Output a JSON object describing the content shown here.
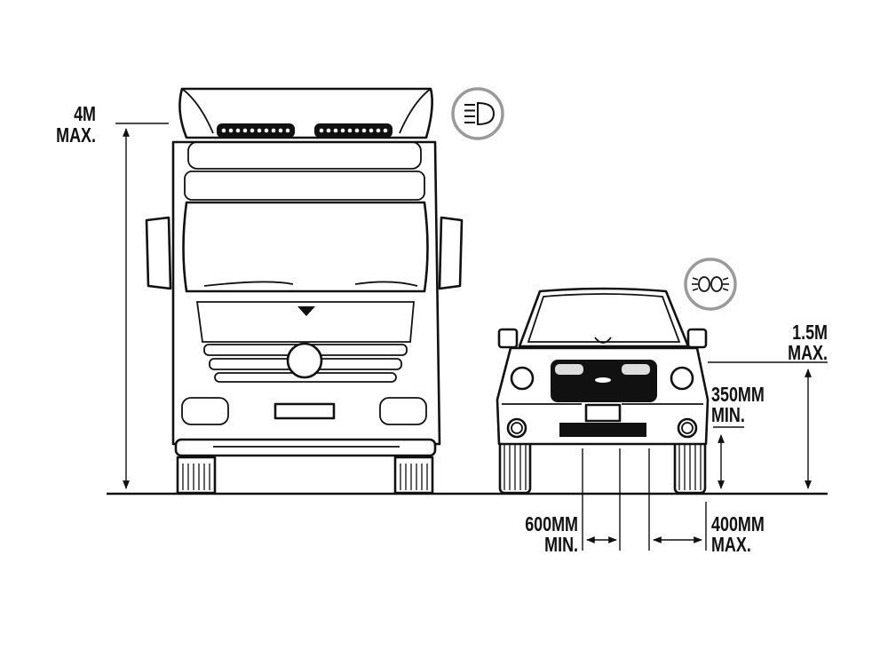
{
  "labels": {
    "truck_height_value": "4M",
    "truck_height_qual": "MAX.",
    "car_height_value": "1.5M",
    "car_height_qual": "MAX.",
    "ground_clearance_value": "350MM",
    "ground_clearance_qual": "MIN.",
    "spacing_value": "600MM",
    "spacing_qual": "MIN.",
    "edge_value": "400MM",
    "edge_qual": "MAX."
  },
  "icons": {
    "truck_lamp": "high-beam-icon",
    "car_lamp": "fog-light-icon"
  },
  "colors": {
    "line": "#111111",
    "icon_ring": "#9a9a9a"
  }
}
